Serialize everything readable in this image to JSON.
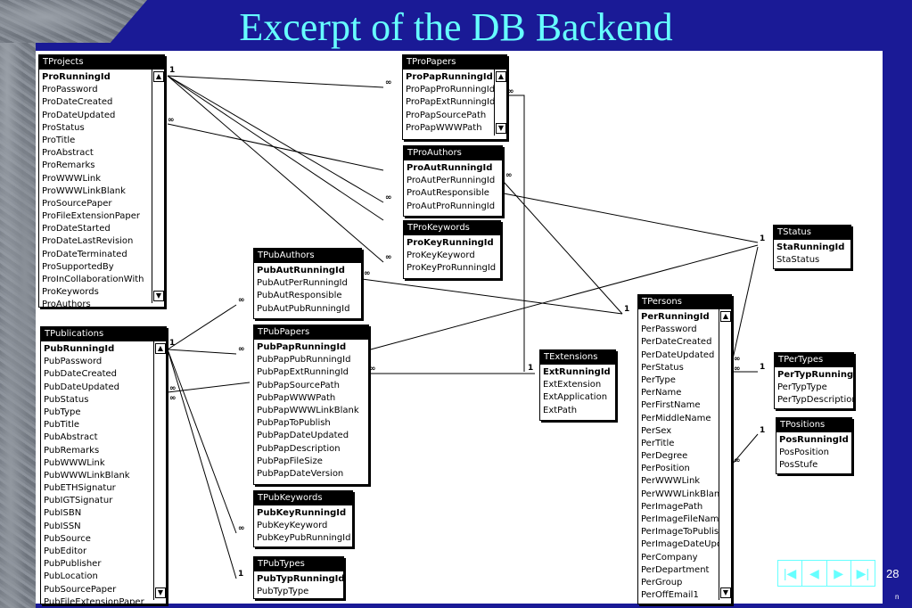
{
  "slide": {
    "title": "Excerpt of the DB Backend",
    "page_number": "28",
    "footer_mark": "n"
  },
  "tables": [
    {
      "id": "TProjects",
      "title": "TProjects",
      "scroll": true,
      "rows": [
        "ProRunningId",
        "ProPassword",
        "ProDateCreated",
        "ProDateUpdated",
        "ProStatus",
        "ProTitle",
        "ProAbstract",
        "ProRemarks",
        "ProWWWLink",
        "ProWWWLinkBlank",
        "ProSourcePaper",
        "ProFileExtensionPaper",
        "ProDateStarted",
        "ProDateLastRevision",
        "ProDateTerminated",
        "ProSupportedBy",
        "ProInCollaborationWith",
        "ProKeywords",
        "ProAuthors"
      ]
    },
    {
      "id": "TProPapers",
      "title": "TProPapers",
      "scroll": true,
      "rows": [
        "ProPapRunningId",
        "ProPapProRunningId",
        "ProPapExtRunningId",
        "ProPapSourcePath",
        "ProPapWWWPath"
      ]
    },
    {
      "id": "TProAuthors",
      "title": "TProAuthors",
      "scroll": false,
      "rows": [
        "ProAutRunningId",
        "ProAutPerRunningId",
        "ProAutResponsible",
        "ProAutProRunningId"
      ]
    },
    {
      "id": "TProKeywords",
      "title": "TProKeywords",
      "scroll": false,
      "rows": [
        "ProKeyRunningId",
        "ProKeyKeyword",
        "ProKeyProRunningId"
      ]
    },
    {
      "id": "TPubAuthors",
      "title": "TPubAuthors",
      "scroll": false,
      "rows": [
        "PubAutRunningId",
        "PubAutPerRunningId",
        "PubAutResponsible",
        "PubAutPubRunningId"
      ]
    },
    {
      "id": "TPublications",
      "title": "TPublications",
      "scroll": true,
      "rows": [
        "PubRunningId",
        "PubPassword",
        "PubDateCreated",
        "PubDateUpdated",
        "PubStatus",
        "PubType",
        "PubTitle",
        "PubAbstract",
        "PubRemarks",
        "PubWWWLink",
        "PubWWWLinkBlank",
        "PubETHSignatur",
        "PubIGTSignatur",
        "PubISBN",
        "PubISSN",
        "PubSource",
        "PubEditor",
        "PubPublisher",
        "PubLocation",
        "PubSourcePaper",
        "PubFileExtensionPaper"
      ]
    },
    {
      "id": "TPubPapers",
      "title": "TPubPapers",
      "scroll": false,
      "rows": [
        "PubPapRunningId",
        "PubPapPubRunningId",
        "PubPapExtRunningId",
        "PubPapSourcePath",
        "PubPapWWWPath",
        "PubPapWWWLinkBlank",
        "PubPapToPublish",
        "PubPapDateUpdated",
        "PubPapDescription",
        "PubPapFileSize",
        "PubPapDateVersion"
      ]
    },
    {
      "id": "TPubKeywords",
      "title": "TPubKeywords",
      "scroll": false,
      "rows": [
        "PubKeyRunningId",
        "PubKeyKeyword",
        "PubKeyPubRunningId"
      ]
    },
    {
      "id": "TPubTypes",
      "title": "TPubTypes",
      "scroll": false,
      "rows": [
        "PubTypRunningId",
        "PubTypType"
      ]
    },
    {
      "id": "TExtensions",
      "title": "TExtensions",
      "scroll": false,
      "rows": [
        "ExtRunningId",
        "ExtExtension",
        "ExtApplication",
        "ExtPath"
      ]
    },
    {
      "id": "TPersons",
      "title": "TPersons",
      "scroll": true,
      "rows": [
        "PerRunningId",
        "PerPassword",
        "PerDateCreated",
        "PerDateUpdated",
        "PerStatus",
        "PerType",
        "PerName",
        "PerFirstName",
        "PerMiddleName",
        "PerSex",
        "PerTitle",
        "PerDegree",
        "PerPosition",
        "PerWWWLink",
        "PerWWWLinkBlank",
        "PerImagePath",
        "PerImageFileName",
        "PerImageToPublish",
        "PerImageDateUpdated",
        "PerCompany",
        "PerDepartment",
        "PerGroup",
        "PerOffEmail1"
      ]
    },
    {
      "id": "TStatus",
      "title": "TStatus",
      "scroll": false,
      "rows": [
        "StaRunningId",
        "StaStatus"
      ]
    },
    {
      "id": "TPerTypes",
      "title": "TPerTypes",
      "scroll": false,
      "rows": [
        "PerTypRunningId",
        "PerTypType",
        "PerTypDescription"
      ]
    },
    {
      "id": "TPositions",
      "title": "TPositions",
      "scroll": false,
      "rows": [
        "PosRunningId",
        "PosPosition",
        "PosStufe"
      ]
    }
  ],
  "cardinality": {
    "one": "1",
    "many": "∞"
  },
  "navigation": {
    "first": "|◀",
    "prev": "◀",
    "next": "▶",
    "last": "▶|"
  }
}
